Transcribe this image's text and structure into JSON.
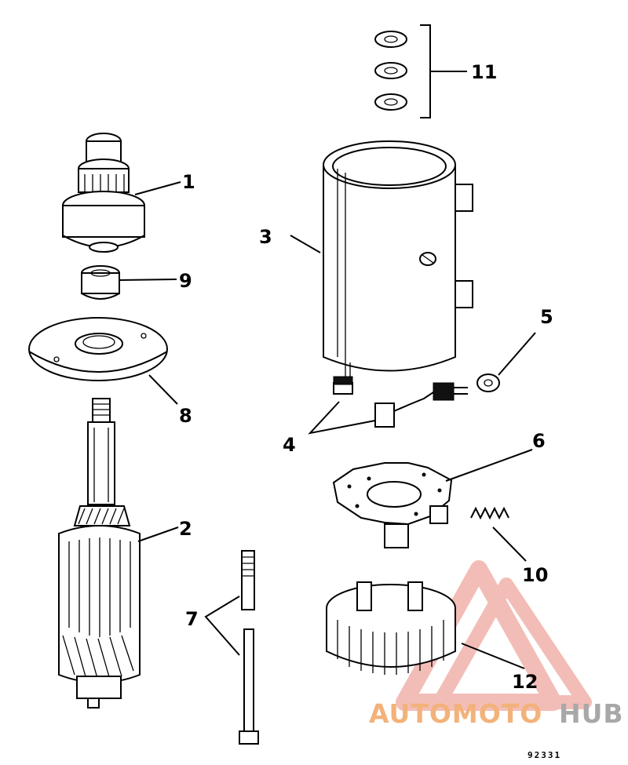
{
  "callouts": [
    {
      "id": "1",
      "label": "1"
    },
    {
      "id": "2",
      "label": "2"
    },
    {
      "id": "3",
      "label": "3"
    },
    {
      "id": "4",
      "label": "4"
    },
    {
      "id": "5",
      "label": "5"
    },
    {
      "id": "6",
      "label": "6"
    },
    {
      "id": "7",
      "label": "7"
    },
    {
      "id": "8",
      "label": "8"
    },
    {
      "id": "9",
      "label": "9"
    },
    {
      "id": "10",
      "label": "10"
    },
    {
      "id": "11",
      "label": "11"
    },
    {
      "id": "12",
      "label": "12"
    }
  ],
  "reference_number": "92331",
  "watermark": {
    "part1": "AUTOMOTO",
    "part2": "HUB",
    "color_primary": "#f0a8a0",
    "color_secondary": "#a8a8a8"
  }
}
